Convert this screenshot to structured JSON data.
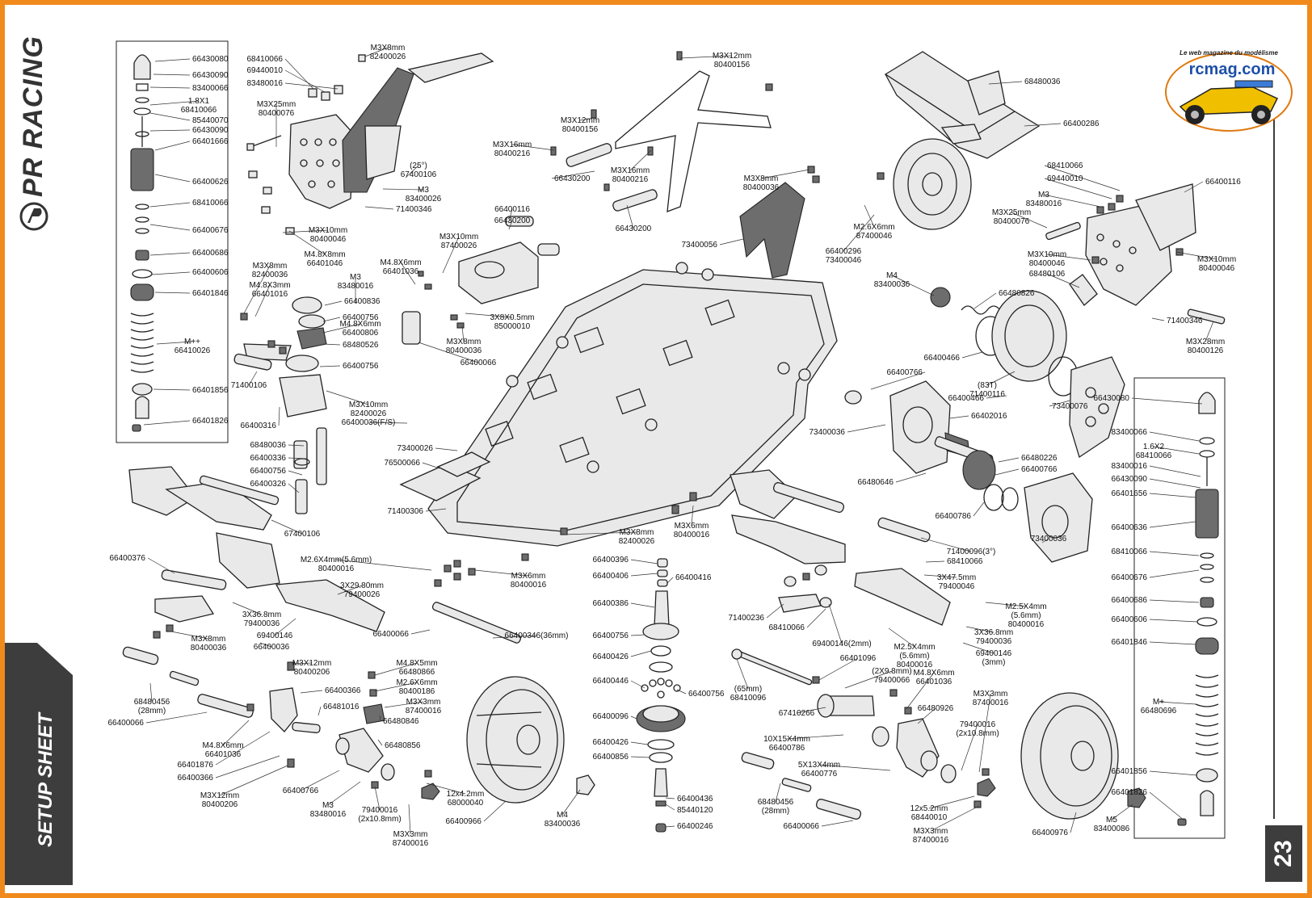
{
  "brand": {
    "name": "PR RACING",
    "logo_icon": "pr-racing-logo-icon"
  },
  "section_tab": "SETUP SHEET",
  "page_number": "23",
  "watermark": {
    "site": "rcmag.com",
    "tagline": "Le web magazine du modélisme"
  },
  "colors": {
    "border": "#f08a1c",
    "dark_tab": "#3d3d3d",
    "ink": "#111111"
  },
  "labels": {
    "front_shock": [
      [
        "66430080"
      ],
      [
        "66430090"
      ],
      [
        "83400066"
      ],
      [
        "1.8X1",
        "68410066"
      ],
      [
        "85440070"
      ],
      [
        "66430090"
      ],
      [
        "66401666"
      ],
      [
        "66400626"
      ],
      [
        "68410066"
      ],
      [
        "66400676"
      ],
      [
        "66400686"
      ],
      [
        "66400606"
      ],
      [
        "66401846"
      ],
      [
        "M++",
        "66410026"
      ],
      [
        "66401856"
      ],
      [
        "66401826"
      ]
    ],
    "rear_shock": [
      [
        "66430080"
      ],
      [
        "83400066"
      ],
      [
        "1.6X2",
        "68410066"
      ],
      [
        "83400016"
      ],
      [
        "66430090"
      ],
      [
        "66401656"
      ],
      [
        "66400636"
      ],
      [
        "68410066"
      ],
      [
        "66400676"
      ],
      [
        "66400686"
      ],
      [
        "66400606"
      ],
      [
        "66401846"
      ],
      [
        "M+",
        "66480696"
      ],
      [
        "66401856"
      ],
      [
        "66401826"
      ]
    ],
    "front_tower": [
      [
        "M3X8mm",
        "82400026"
      ],
      [
        "68410066"
      ],
      [
        "69440010"
      ],
      [
        "83480016"
      ],
      [
        "M3X25mm",
        "80400076"
      ],
      [
        "(25°)",
        "67400106"
      ],
      [
        "M3",
        "83400026"
      ],
      [
        "71400346"
      ],
      [
        "M3X10mm",
        "80400046"
      ],
      [
        "M4.8X8mm",
        "66401046"
      ]
    ],
    "top_plate": [
      [
        "M3X12mm",
        "80400156"
      ],
      [
        "M3X12mm",
        "80400156"
      ],
      [
        "M3X16mm",
        "80400216"
      ],
      [
        "M3X16mm",
        "80400216"
      ],
      [
        "66430200"
      ],
      [
        "66430200"
      ]
    ],
    "servo": [
      [
        "66400116"
      ],
      [
        "66430200"
      ],
      [
        "M3X10mm",
        "87400026"
      ],
      [
        "M4.8X6mm",
        "66401036"
      ],
      [
        "3X8X0.5mm",
        "85000010"
      ],
      [
        "M3X8mm",
        "80400036"
      ],
      [
        "66400066"
      ]
    ],
    "steering": [
      [
        "M3X8mm",
        "82400036"
      ],
      [
        "M4.8X3mm",
        "66401016"
      ],
      [
        "M3",
        "83480016"
      ],
      [
        "66400836"
      ],
      [
        "66400756"
      ],
      [
        "M4.8X6mm",
        "66400806"
      ],
      [
        "68480526"
      ],
      [
        "66400756"
      ],
      [
        "71400106"
      ],
      [
        "M3X10mm",
        "82400026"
      ],
      [
        "66400036(F/S)"
      ],
      [
        "66400316"
      ],
      [
        "68480036"
      ],
      [
        "66400336"
      ],
      [
        "66400756"
      ],
      [
        "66400326"
      ]
    ],
    "chassis": [
      [
        "73400056"
      ],
      [
        "73400026"
      ],
      [
        "76500066"
      ],
      [
        "71400306"
      ],
      [
        "M3X8mm",
        "82400026"
      ],
      [
        "M3X6mm",
        "80400016"
      ],
      [
        "M3X6mm",
        "80400016"
      ],
      [
        "M2.6X4mm(5.6mm)",
        "80400016"
      ],
      [
        "67400106"
      ]
    ],
    "front_arm": [
      [
        "66400376"
      ],
      [
        "3X36.8mm",
        "79400036"
      ],
      [
        "M3X8mm",
        "80400036"
      ],
      [
        "3X29.80mm",
        "79400026"
      ],
      [
        "69400146"
      ],
      [
        "66400036"
      ],
      [
        "66400066"
      ],
      [
        "66400346(36mm)"
      ]
    ],
    "front_hub": [
      [
        "68480456",
        "(28mm)"
      ],
      [
        "66400066"
      ],
      [
        "M3X12mm",
        "80400206"
      ],
      [
        "66400366"
      ],
      [
        "66481016"
      ],
      [
        "M4.8X6mm",
        "66401036"
      ],
      [
        "66401876"
      ],
      [
        "66400366"
      ],
      [
        "M3X12mm",
        "80400206"
      ],
      [
        "66400766"
      ],
      [
        "M3",
        "83480016"
      ],
      [
        "M4.8X5mm",
        "66480866"
      ],
      [
        "M2.6X6mm",
        "80400186"
      ],
      [
        "M3X3mm",
        "87400016"
      ],
      [
        "66480846"
      ],
      [
        "66480856"
      ],
      [
        "79400016",
        "(2x10.8mm)"
      ],
      [
        "12x4.2mm",
        "68000040"
      ],
      [
        "M3X3mm",
        "87400016"
      ],
      [
        "M4",
        "83400036"
      ],
      [
        "66400966"
      ]
    ],
    "diff": [
      [
        "66400396"
      ],
      [
        "66400406"
      ],
      [
        "66400416"
      ],
      [
        "66400386"
      ],
      [
        "66400756"
      ],
      [
        "66400426"
      ],
      [
        "66400446"
      ],
      [
        "66400756"
      ],
      [
        "66400096"
      ],
      [
        "66400426"
      ],
      [
        "66400856"
      ],
      [
        "66400436"
      ],
      [
        "85440120"
      ],
      [
        "66400246"
      ]
    ],
    "wing_gearbox": [
      [
        "68480036"
      ],
      [
        "66400286"
      ],
      [
        "M3X8mm",
        "80400036"
      ],
      [
        "M2.6X6mm",
        "87400046"
      ],
      [
        "66400296",
        "73400046"
      ],
      [
        "68410066"
      ],
      [
        "69440010"
      ],
      [
        "M3",
        "83480016"
      ],
      [
        "66400116"
      ],
      [
        "M3X25mm",
        "80400076"
      ],
      [
        "M3X10mm",
        "80400046"
      ],
      [
        "M3X10mm",
        "80400046"
      ],
      [
        "68480106"
      ],
      [
        "71400346"
      ],
      [
        "M3X28mm",
        "80400126"
      ],
      [
        "M4",
        "83400036"
      ],
      [
        "66480826"
      ],
      [
        "66400466"
      ],
      [
        "(83T)",
        "71400116"
      ],
      [
        "66400466"
      ],
      [
        "73400076"
      ],
      [
        "66400766"
      ],
      [
        "73400036"
      ],
      [
        "66402016"
      ],
      [
        "66480226"
      ],
      [
        "66400766"
      ],
      [
        "66480646"
      ],
      [
        "66400786"
      ],
      [
        "73400036"
      ]
    ],
    "rear_arm": [
      [
        "71400096(3°)"
      ],
      [
        "68410066"
      ],
      [
        "3X47.5mm",
        "79400046"
      ],
      [
        "71400236"
      ],
      [
        "68410066"
      ],
      [
        "69400146(2mm)"
      ],
      [
        "M2.5X4mm",
        "(5.6mm)",
        "80400016"
      ],
      [
        "M2.5X4mm",
        "(5.6mm)",
        "80400016"
      ],
      [
        "3X36.8mm",
        "79400036"
      ],
      [
        "69400146",
        "(3mm)"
      ]
    ],
    "rear_hub": [
      [
        "(65mm)",
        "68410096"
      ],
      [
        "66401096"
      ],
      [
        "(2X9.8mm)",
        "79400066"
      ],
      [
        "67410266"
      ],
      [
        "M4.8X6mm",
        "66401036"
      ],
      [
        "M3X3mm",
        "87400016"
      ],
      [
        "66480926"
      ],
      [
        "10X15X4mm",
        "66400786"
      ],
      [
        "79400016",
        "(2x10.8mm)"
      ],
      [
        "5X13X4mm",
        "66400776"
      ],
      [
        "68480456",
        "(28mm)"
      ],
      [
        "12x5.2mm",
        "68440010"
      ],
      [
        "M3X3mm",
        "87400016"
      ],
      [
        "66400066"
      ],
      [
        "66400976"
      ],
      [
        "M5",
        "83400086"
      ]
    ]
  }
}
